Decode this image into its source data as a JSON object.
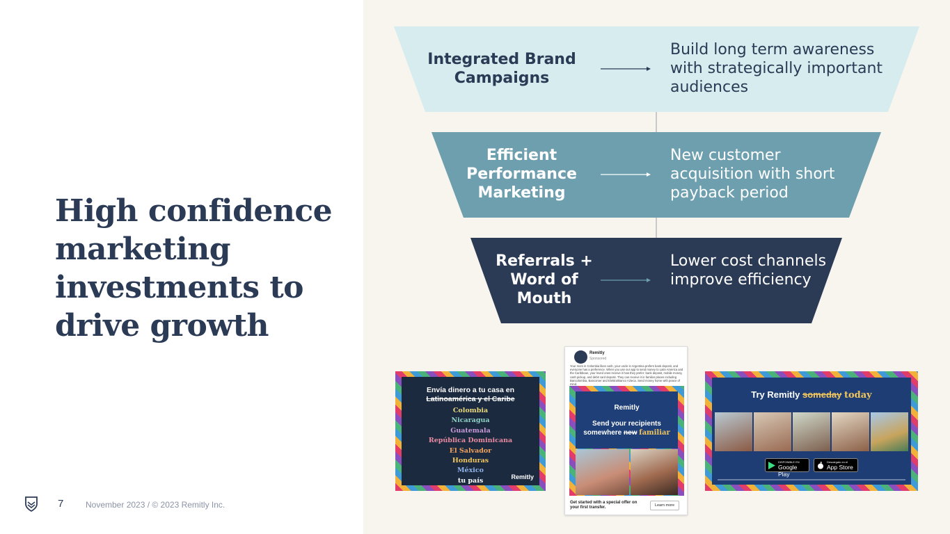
{
  "slide": {
    "headline": "High confidence marketing investments to drive growth",
    "page_number": "7",
    "footer": "November 2023 / © 2023 Remitly Inc."
  },
  "funnel": {
    "tiers": [
      {
        "label": "Integrated Brand Campaigns",
        "description": "Build long term awareness with strategically important audiences",
        "color": "#d7ecee"
      },
      {
        "label": "Efficient Performance Marketing",
        "description": "New customer acquisition with short payback period",
        "color": "#6e9fae"
      },
      {
        "label": "Referrals + Word of Mouth",
        "description": "Lower cost channels improve efficiency",
        "color": "#2b3a55"
      }
    ]
  },
  "ads": {
    "ad1": {
      "title_line1": "Envía dinero a tu casa en",
      "title_line2": "Latinoamérica y el Caribe",
      "countries": [
        "Colombia",
        "Nicaragua",
        "Guatemala",
        "República Dominicana",
        "El Salvador",
        "Honduras",
        "México",
        "tu país"
      ],
      "brand": "Remitly"
    },
    "ad2": {
      "page_name": "Remitly",
      "page_sub": "Sponsored",
      "post_text": "Your mom in Colombia likes cash, your uncle in Argentina prefers bank deposit, and everyone has a preference. When you use our app to send money to Latin America and the Caribbean, your loved ones receive it how they prefer: bank deposit, mobile money, cash pickup, and debit card deposit. They can receive it in familiar places including Bancolombia, Bancomer and Elektra/Banco Azteca. Send money home with peace of mind.",
      "brand": "Remitly",
      "headline_part1": "Send your recipients",
      "headline_part2": "somewhere",
      "headline_strike": "new",
      "headline_gold": "familiar",
      "cta": "Get started with a special offer on your first transfer.",
      "button": "Learn more"
    },
    "ad3": {
      "title_part1": "Try Remitly",
      "title_strike": "someday",
      "title_gold": "today",
      "google_small": "DISPONIBLE EN",
      "google_big": "Google Play",
      "apple_small": "Descárgalo en el",
      "apple_big": "App Store"
    }
  }
}
